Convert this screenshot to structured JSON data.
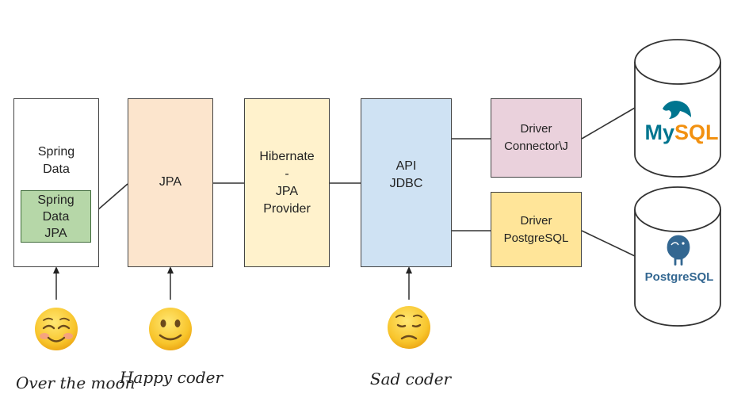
{
  "components": {
    "spring_data": [
      "Spring",
      "Data"
    ],
    "spring_data_jpa": [
      "Spring",
      "Data",
      "JPA"
    ],
    "jpa": [
      "JPA"
    ],
    "hibernate": [
      "Hibernate",
      "-",
      "JPA",
      "Provider"
    ],
    "api": [
      "API",
      "JDBC"
    ],
    "driver_mysql": [
      "Driver",
      "Connector\\J"
    ],
    "driver_postgres": [
      "Driver",
      "PostgreSQL"
    ]
  },
  "databases": {
    "mysql": {
      "name_part1": "My",
      "name_part2": "SQL"
    },
    "postgres": {
      "name": "PostgreSQL"
    }
  },
  "captions": {
    "spring": "Over the moon",
    "jpa": "Happy coder",
    "api": "Sad coder"
  },
  "emoji": {
    "spring": "smiling-face-with-closed-eyes",
    "jpa": "slightly-smiling-face",
    "api": "pensive-face"
  },
  "colors": {
    "spring_data_jpa": "#b6d7a8",
    "jpa": "#fce5cd",
    "hibernate": "#fff2cc",
    "api": "#cfe2f3",
    "driver_mysql": "#ead1dc",
    "driver_postgres": "#ffe599",
    "mysql_blue": "#00758f",
    "mysql_orange": "#f29111",
    "postgres_blue": "#336791"
  }
}
